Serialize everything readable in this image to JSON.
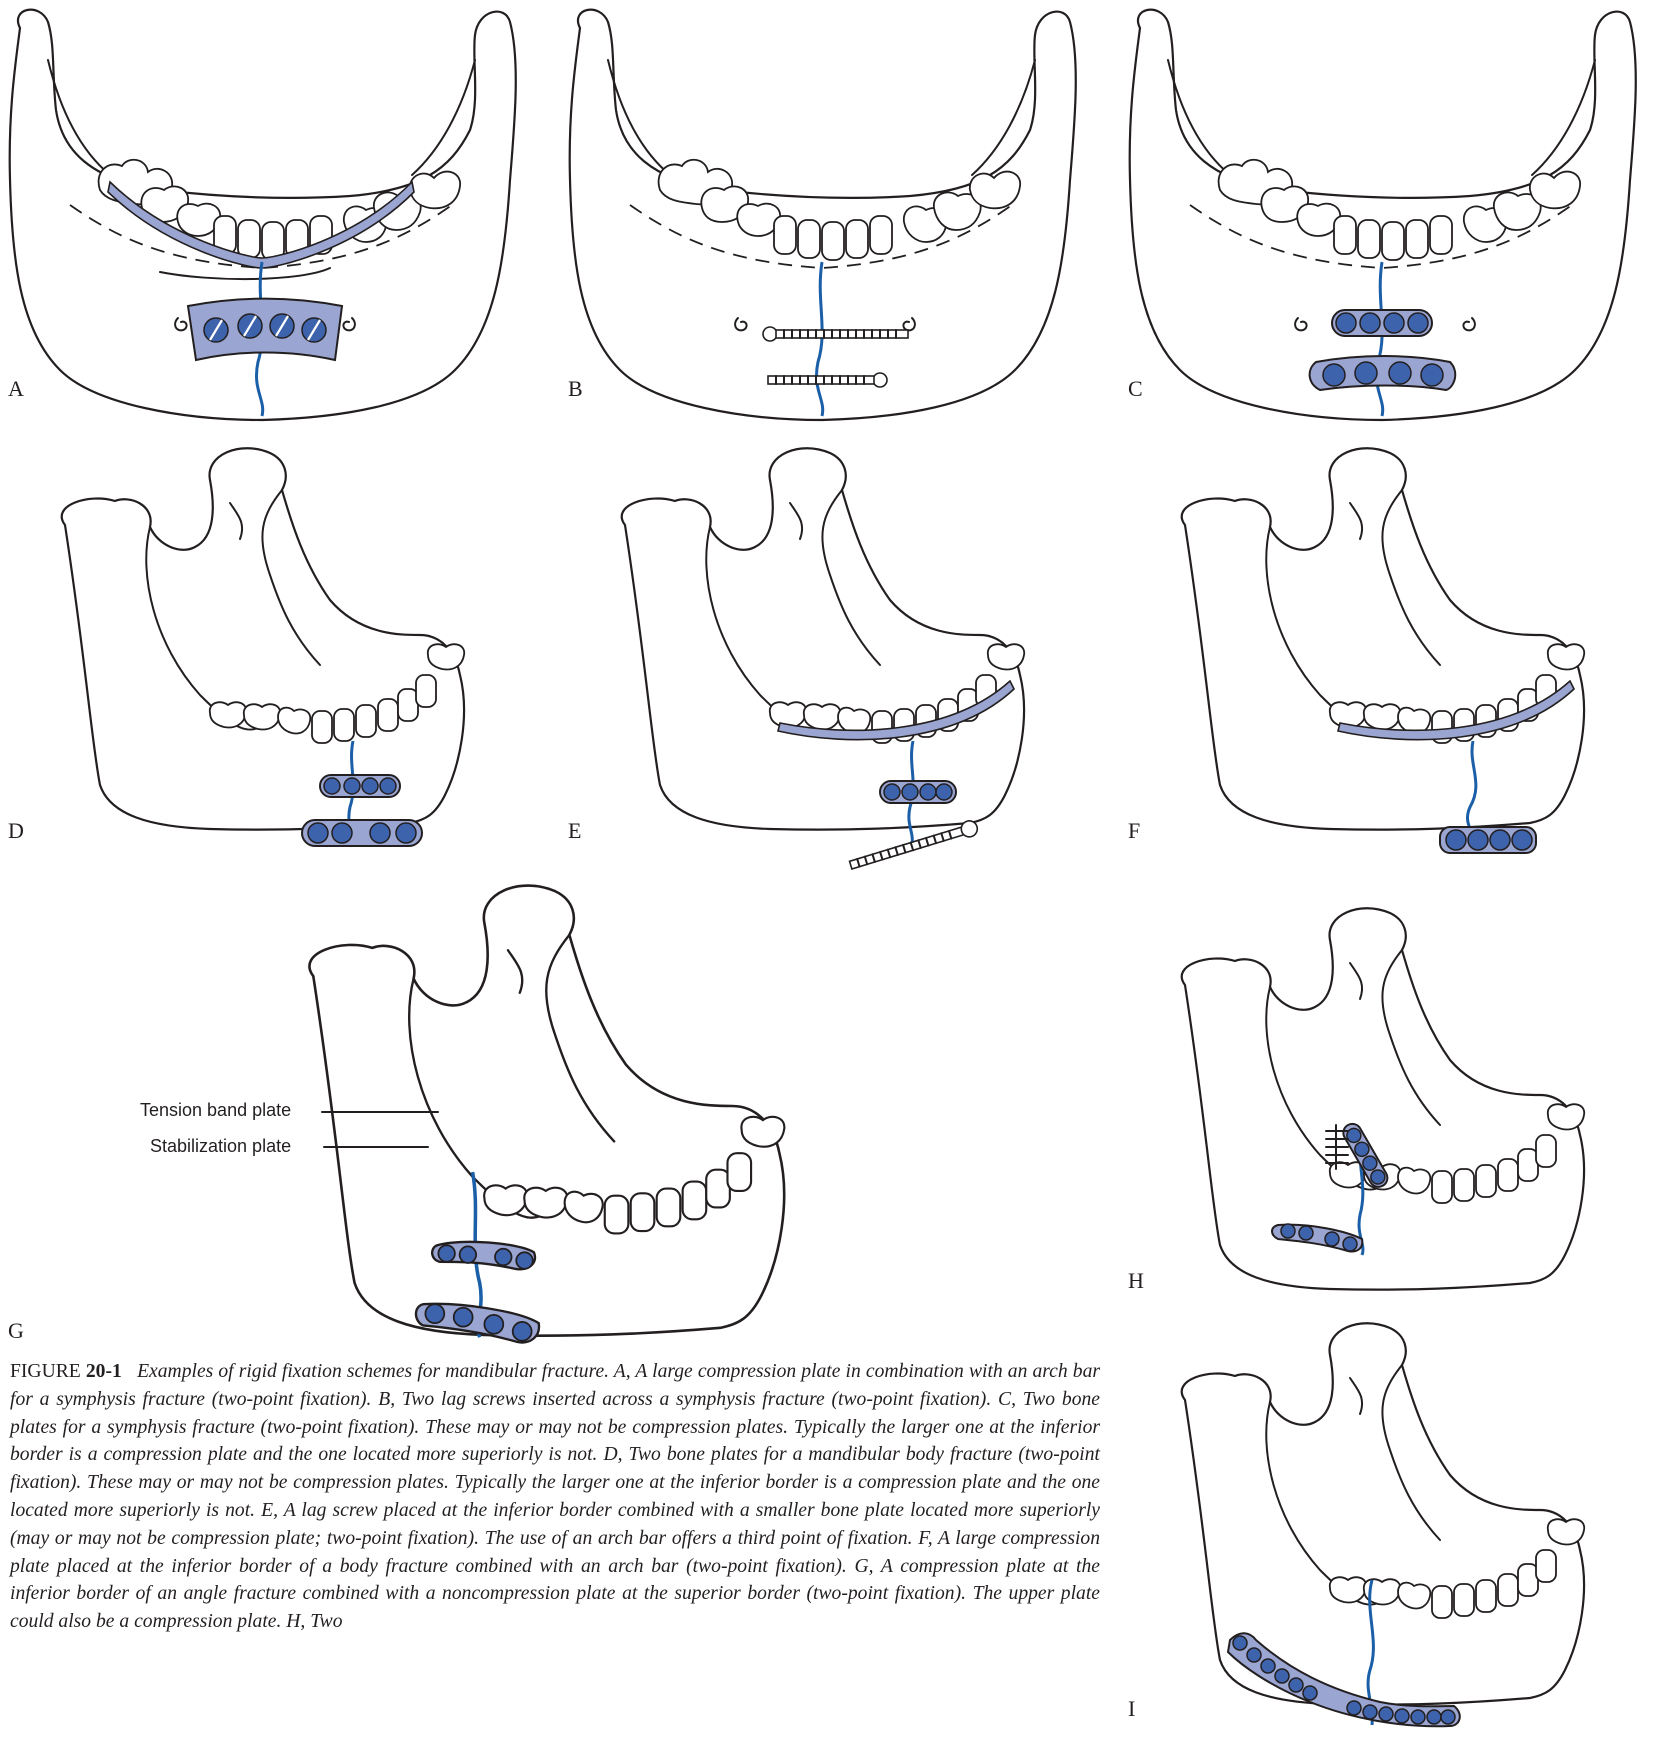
{
  "panels": {
    "a": "A",
    "b": "B",
    "c": "C",
    "d": "D",
    "e": "E",
    "f": "F",
    "g": "G",
    "h": "H",
    "i": "I"
  },
  "callouts": {
    "tension_band_plate": "Tension band plate",
    "stabilization_plate": "Stabilization plate"
  },
  "caption": {
    "label": "FIGURE",
    "number": "20-1",
    "text": "Examples of rigid fixation schemes for mandibular fracture. A, A large compression plate in combination with an arch bar for a symphysis fracture (two-point fixation). B, Two lag screws inserted across a symphysis fracture (two-point fixation). C, Two bone plates for a symphysis fracture (two-point fixation). These may or may not be compression plates. Typically the larger one at the inferior border is a compression plate and the one located more superiorly is not. D, Two bone plates for a mandibular body fracture (two-point fixation). These may or may not be compression plates. Typically the larger one at the inferior border is a compression plate and the one located more superiorly is not. E, A lag screw placed at the inferior border combined with a smaller bone plate located more superiorly (may or may not be compression plate; two-point fixation). The use of an arch bar offers a third point of fixation. F, A large compression plate placed at the inferior border of a body fracture combined with an arch bar (two-point fixation). G, A compression plate at the inferior border of an angle fracture combined with a noncompression plate at the superior border (two-point fixation). The upper plate could also be a compression plate. H, Two"
  },
  "colors": {
    "fracture_line": "#1b5fa8",
    "plate_fill": "#9aa6d1",
    "screw_fill": "#3e63ad",
    "outline": "#231f20"
  }
}
